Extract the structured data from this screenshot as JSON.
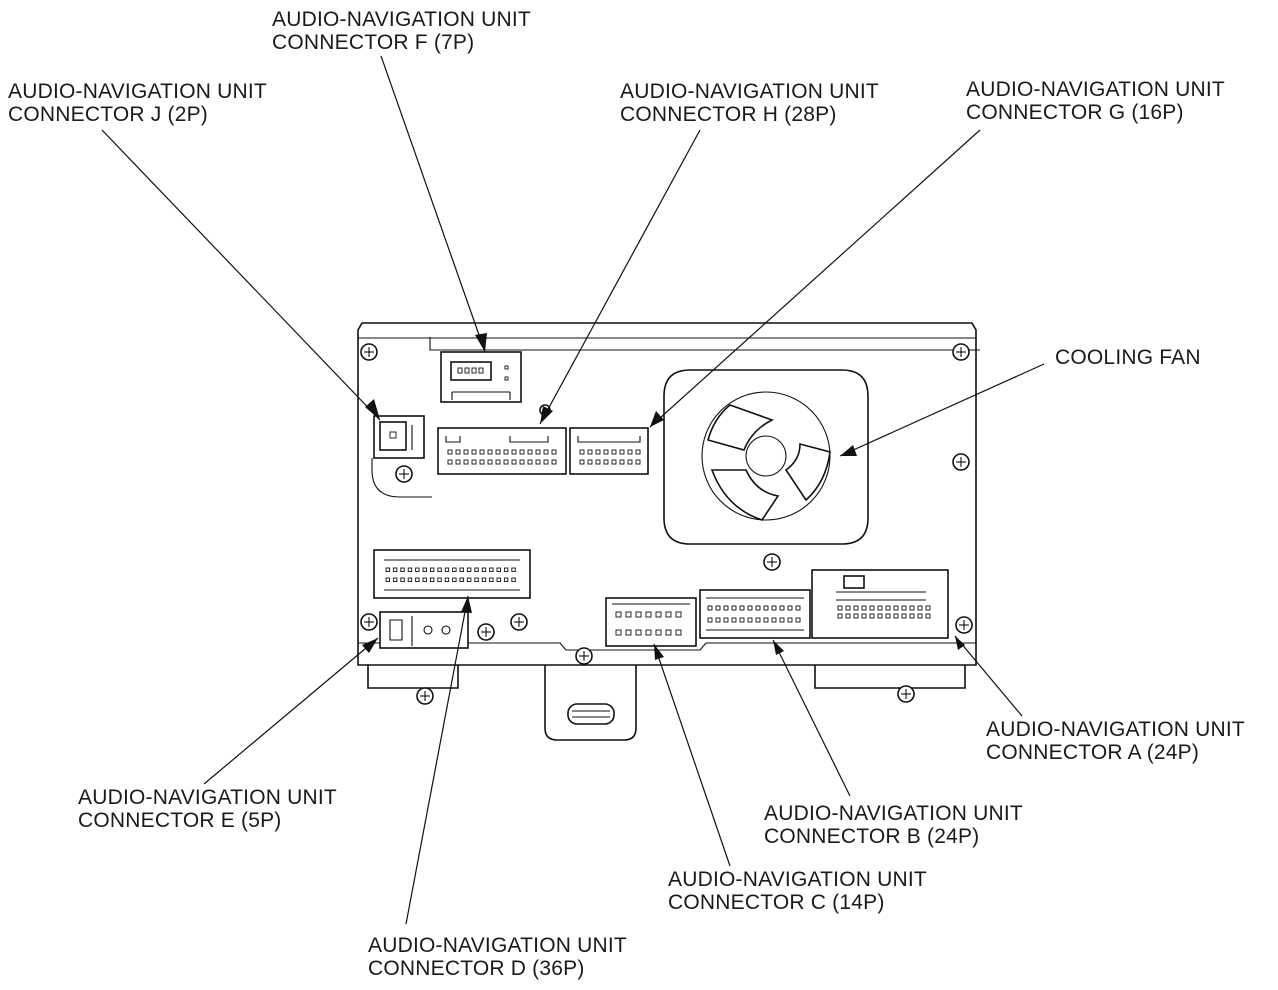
{
  "diagram": {
    "unit": {
      "cooling_fan": "COOLING FAN"
    },
    "labels": [
      {
        "id": "f",
        "line1": "AUDIO-NAVIGATION UNIT",
        "line2": "CONNECTOR F (7P)"
      },
      {
        "id": "j",
        "line1": "AUDIO-NAVIGATION UNIT",
        "line2": "CONNECTOR J (2P)"
      },
      {
        "id": "h",
        "line1": "AUDIO-NAVIGATION UNIT",
        "line2": "CONNECTOR H (28P)"
      },
      {
        "id": "g",
        "line1": "AUDIO-NAVIGATION UNIT",
        "line2": "CONNECTOR G (16P)"
      },
      {
        "id": "a",
        "line1": "AUDIO-NAVIGATION UNIT",
        "line2": "CONNECTOR A (24P)"
      },
      {
        "id": "b",
        "line1": "AUDIO-NAVIGATION UNIT",
        "line2": "CONNECTOR B (24P)"
      },
      {
        "id": "c",
        "line1": "AUDIO-NAVIGATION UNIT",
        "line2": "CONNECTOR C (14P)"
      },
      {
        "id": "e",
        "line1": "AUDIO-NAVIGATION UNIT",
        "line2": "CONNECTOR E (5P)"
      },
      {
        "id": "d",
        "line1": "AUDIO-NAVIGATION UNIT",
        "line2": "CONNECTOR D (36P)"
      }
    ]
  }
}
